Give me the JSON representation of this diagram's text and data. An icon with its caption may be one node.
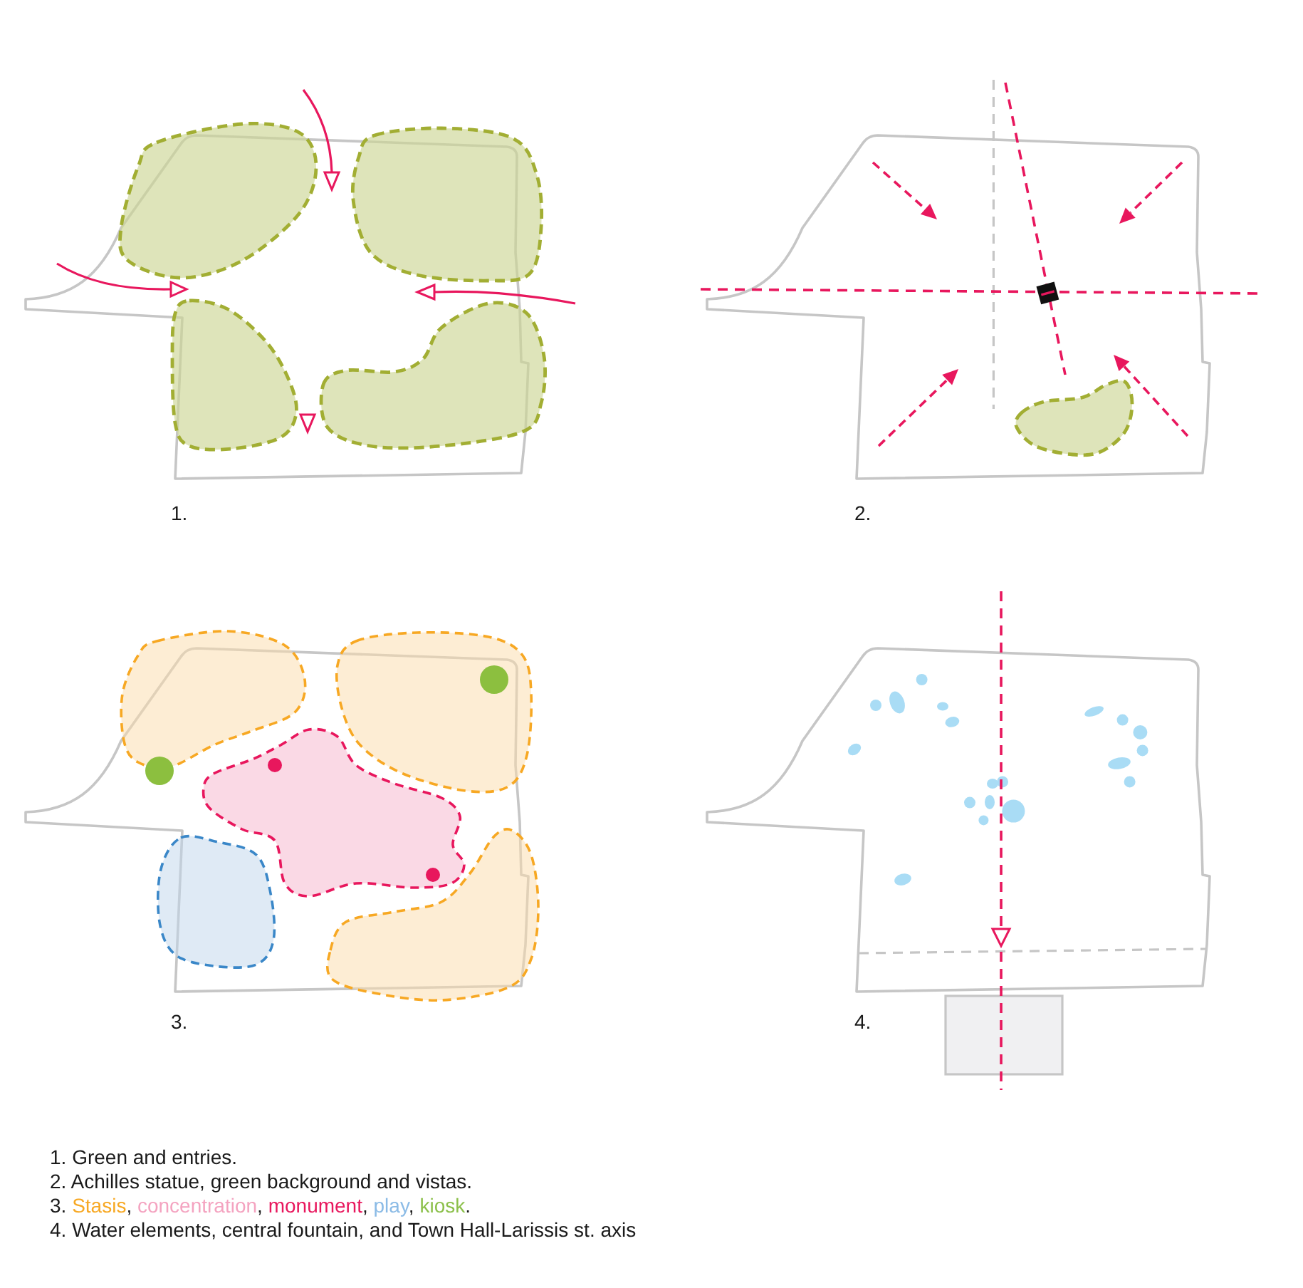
{
  "diagram": {
    "labels": [
      "1.",
      "2.",
      "3.",
      "4.",
      "1. Green and entries.",
      "2. Achilles statue, green background and vistas.",
      "3.",
      ",",
      ",",
      ",",
      ",",
      ".",
      "4. Water elements, central fountain, and Town Hall-Larissis st. axis"
    ],
    "legend": [
      {
        "text": "Stasis",
        "color": "#f7a823"
      },
      {
        "text": "concentration",
        "color": "#f4a3c0"
      },
      {
        "text": "monument",
        "color": "#e8175d"
      },
      {
        "text": "play",
        "color": "#8bbbe6"
      },
      {
        "text": "kiosk",
        "color": "#8cc04b"
      }
    ]
  }
}
